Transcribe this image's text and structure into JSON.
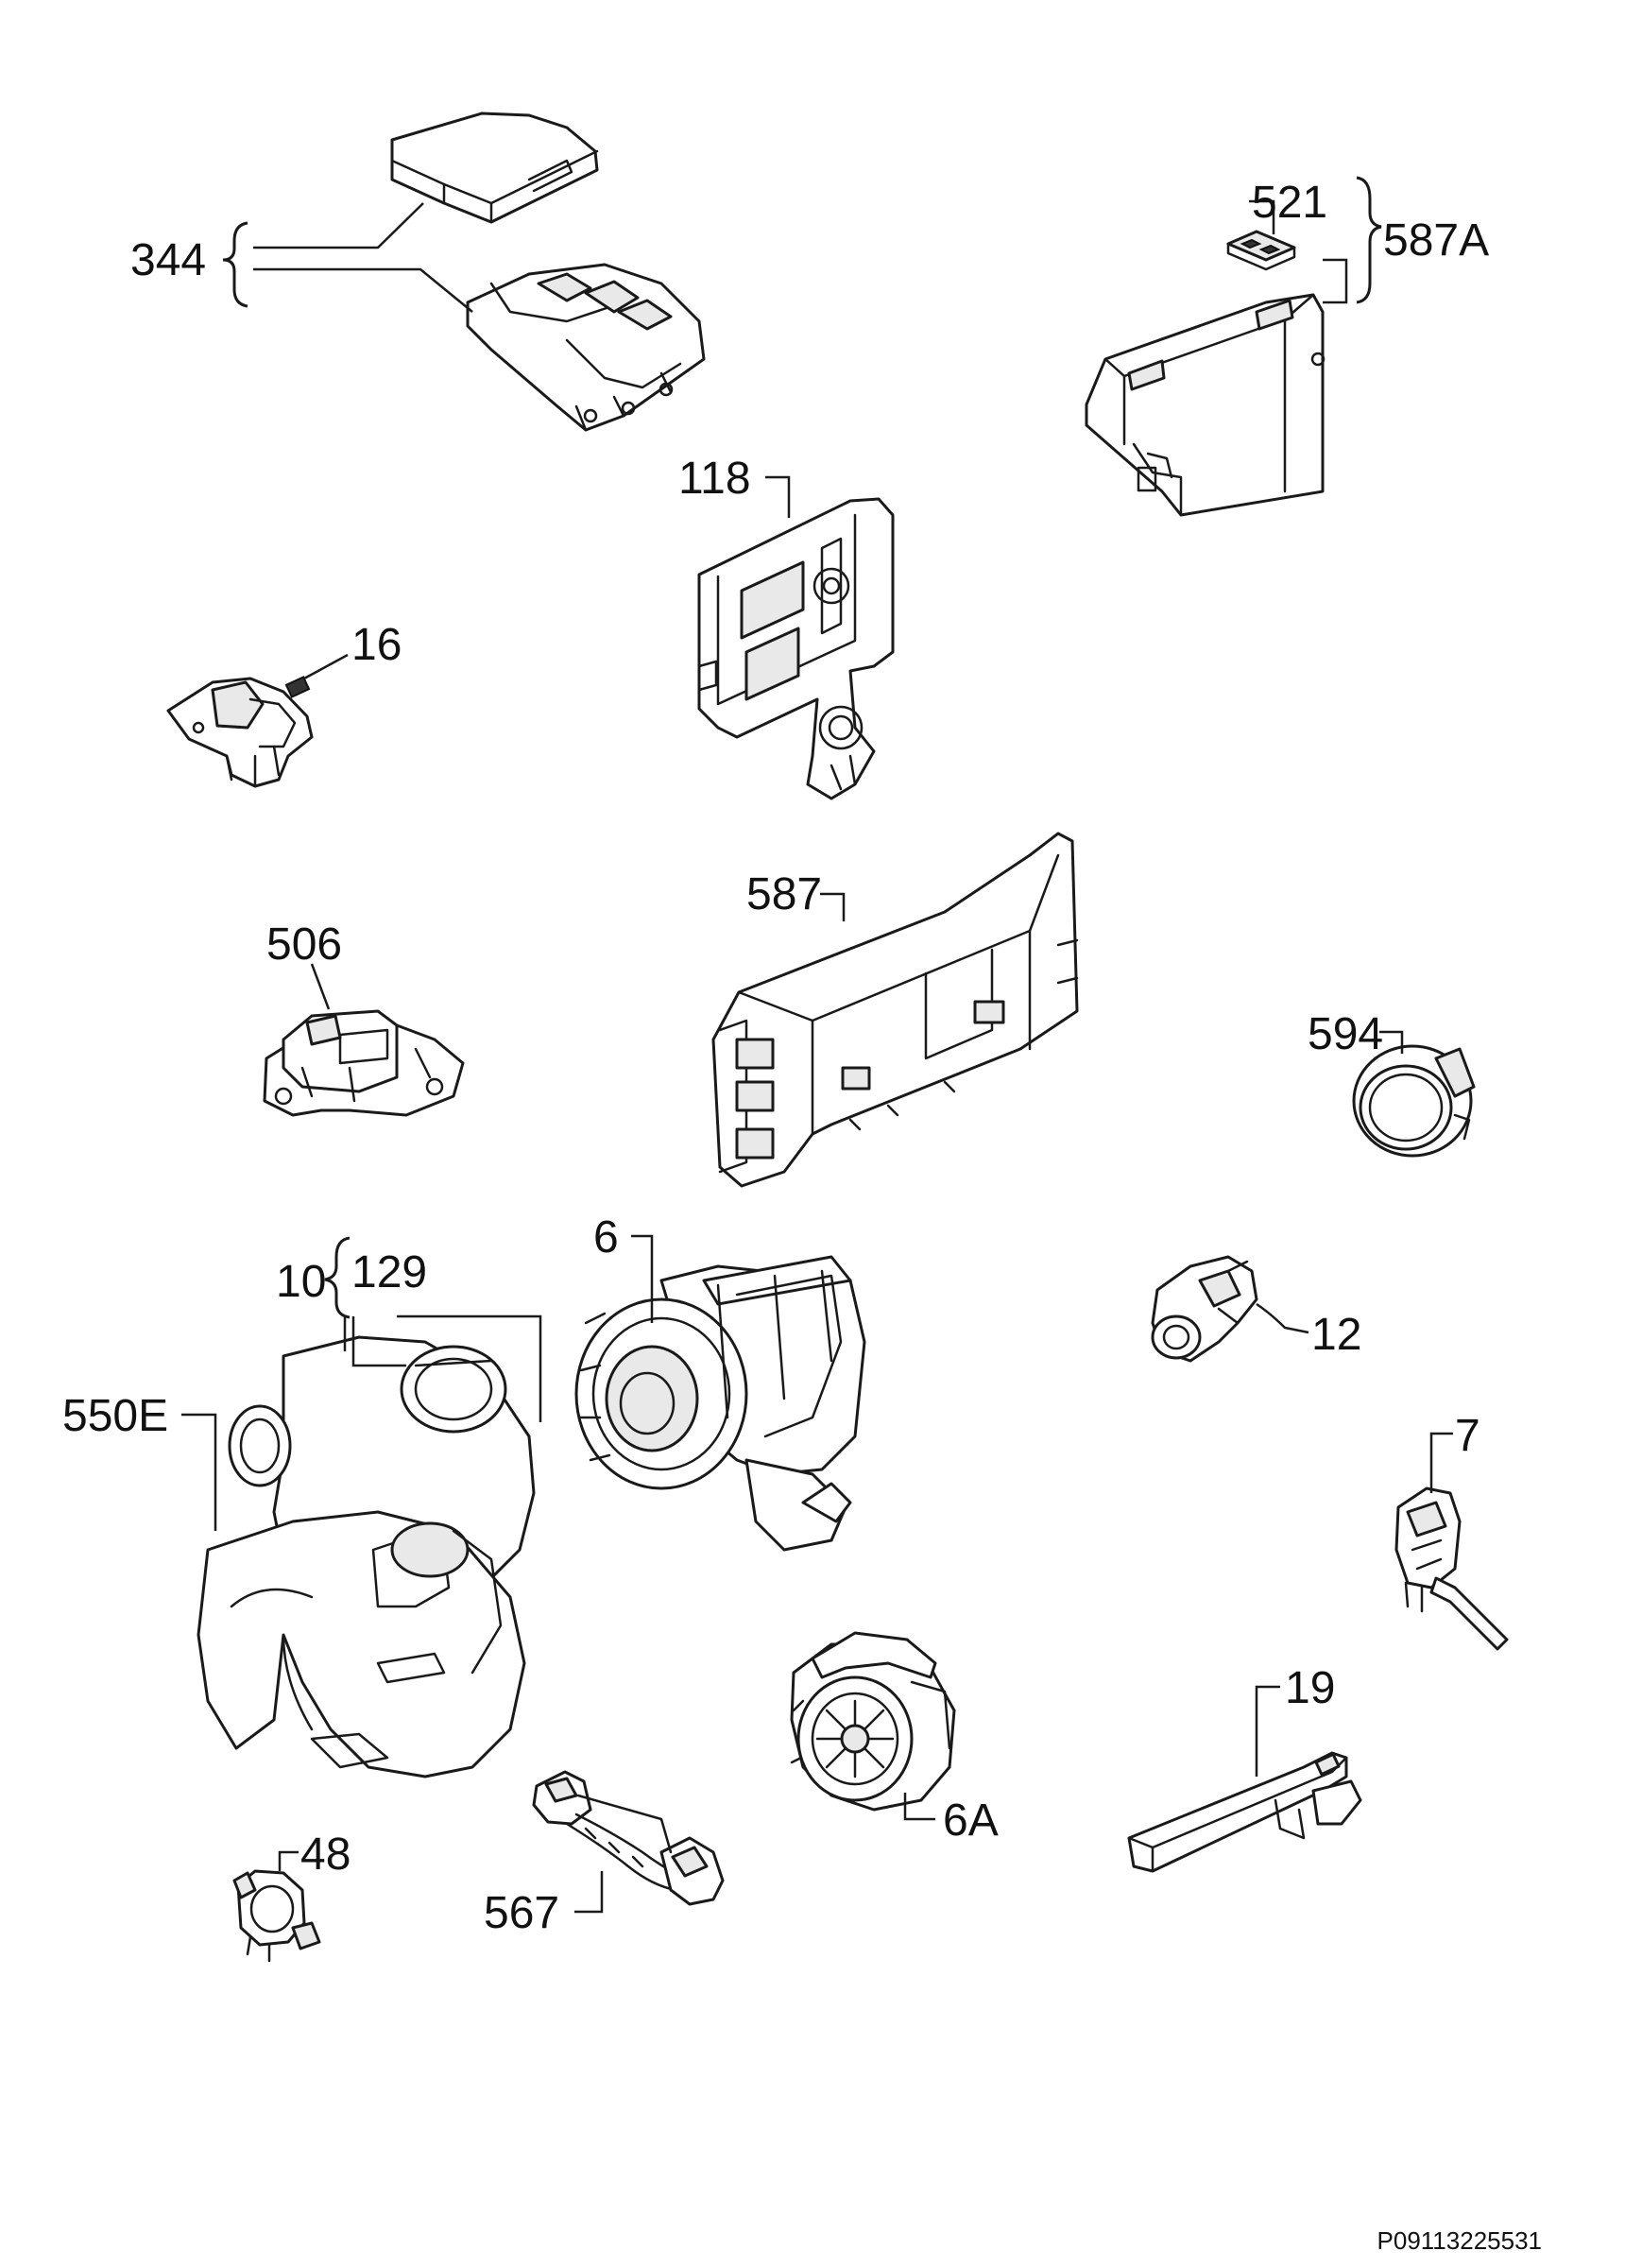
{
  "diagram": {
    "document_code": "P09113225531",
    "labels": {
      "l344": "344",
      "l521": "521",
      "l587A": "587A",
      "l118": "118",
      "l16": "16",
      "l587": "587",
      "l506": "506",
      "l594": "594",
      "l6": "6",
      "l10": "10",
      "l129": "129",
      "l550E": "550E",
      "l12": "12",
      "l7": "7",
      "l19": "19",
      "l6A": "6A",
      "l48": "48",
      "l567": "567"
    }
  }
}
